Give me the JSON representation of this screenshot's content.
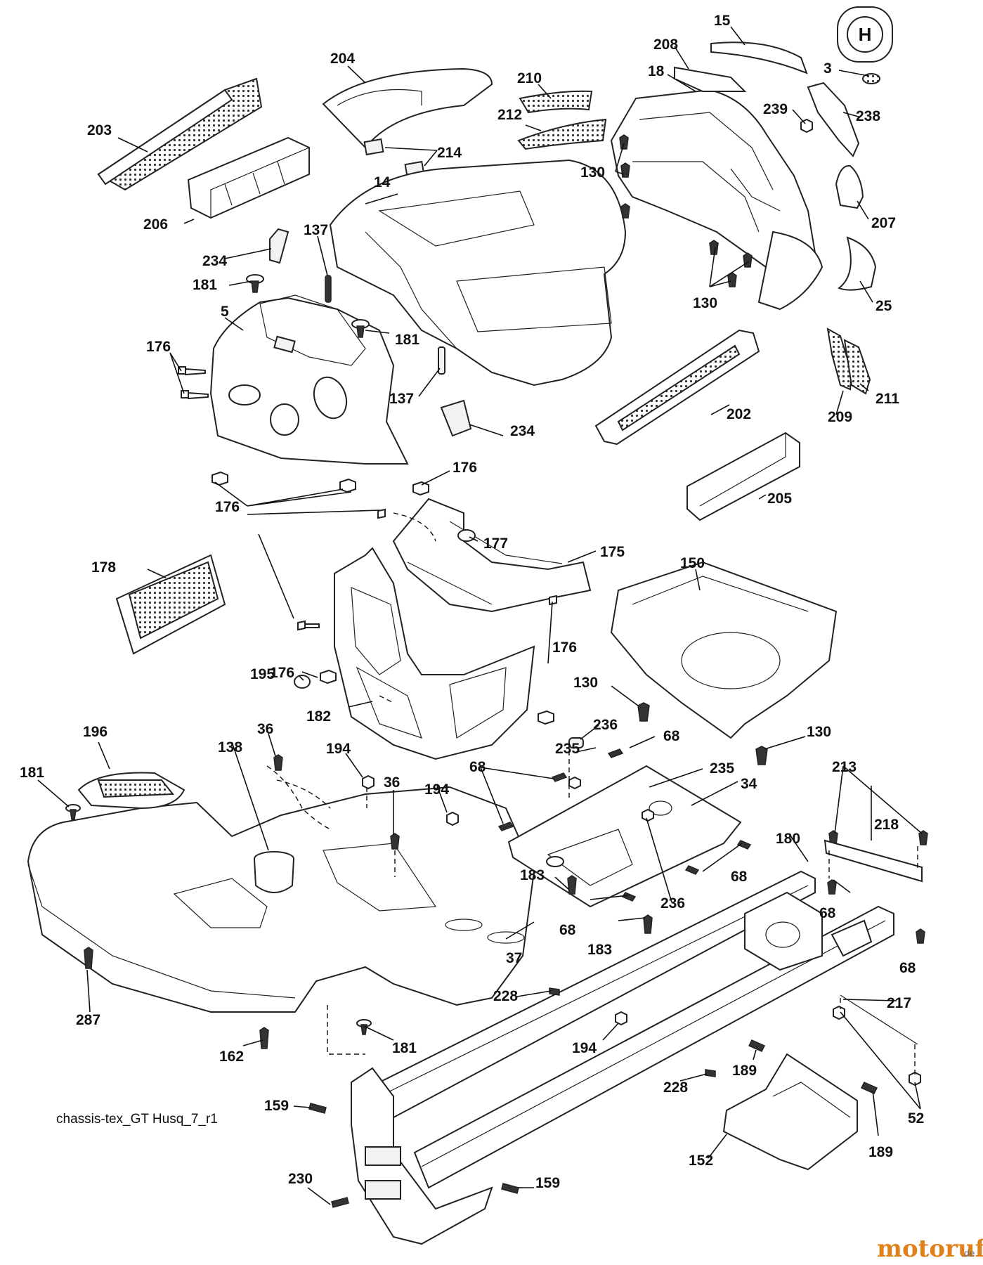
{
  "caption": "chassis-tex_GT Husq_7_r1",
  "watermark": {
    "brand": "motoruf",
    "suffix": ".de"
  },
  "logo": {
    "letter": "H"
  },
  "callouts": [
    {
      "id": "c-15",
      "text": "15"
    },
    {
      "id": "c-208",
      "text": "208"
    },
    {
      "id": "c-3",
      "text": "3"
    },
    {
      "id": "c-204",
      "text": "204"
    },
    {
      "id": "c-210",
      "text": "210"
    },
    {
      "id": "c-18",
      "text": "18"
    },
    {
      "id": "c-239",
      "text": "239"
    },
    {
      "id": "c-238",
      "text": "238"
    },
    {
      "id": "c-203",
      "text": "203"
    },
    {
      "id": "c-212",
      "text": "212"
    },
    {
      "id": "c-214",
      "text": "214"
    },
    {
      "id": "c-130a",
      "text": "130"
    },
    {
      "id": "c-14",
      "text": "14"
    },
    {
      "id": "c-207",
      "text": "207"
    },
    {
      "id": "c-206",
      "text": "206"
    },
    {
      "id": "c-137a",
      "text": "137"
    },
    {
      "id": "c-234a",
      "text": "234"
    },
    {
      "id": "c-181a",
      "text": "181"
    },
    {
      "id": "c-130b",
      "text": "130"
    },
    {
      "id": "c-25",
      "text": "25"
    },
    {
      "id": "c-5",
      "text": "5"
    },
    {
      "id": "c-181b",
      "text": "181"
    },
    {
      "id": "c-176a",
      "text": "176"
    },
    {
      "id": "c-137b",
      "text": "137"
    },
    {
      "id": "c-211",
      "text": "211"
    },
    {
      "id": "c-202",
      "text": "202"
    },
    {
      "id": "c-209",
      "text": "209"
    },
    {
      "id": "c-234b",
      "text": "234"
    },
    {
      "id": "c-176b",
      "text": "176"
    },
    {
      "id": "c-205",
      "text": "205"
    },
    {
      "id": "c-176c",
      "text": "176"
    },
    {
      "id": "c-177",
      "text": "177"
    },
    {
      "id": "c-175",
      "text": "175"
    },
    {
      "id": "c-150",
      "text": "150"
    },
    {
      "id": "c-178",
      "text": "178"
    },
    {
      "id": "c-195",
      "text": "195"
    },
    {
      "id": "c-176d",
      "text": "176"
    },
    {
      "id": "c-176e",
      "text": "176"
    },
    {
      "id": "c-130c",
      "text": "130"
    },
    {
      "id": "c-182",
      "text": "182"
    },
    {
      "id": "c-236a",
      "text": "236"
    },
    {
      "id": "c-68a",
      "text": "68"
    },
    {
      "id": "c-130d",
      "text": "130"
    },
    {
      "id": "c-196",
      "text": "196"
    },
    {
      "id": "c-138",
      "text": "138"
    },
    {
      "id": "c-36a",
      "text": "36"
    },
    {
      "id": "c-194a",
      "text": "194"
    },
    {
      "id": "c-235a",
      "text": "235"
    },
    {
      "id": "c-181c",
      "text": "181"
    },
    {
      "id": "c-36b",
      "text": "36"
    },
    {
      "id": "c-68b",
      "text": "68"
    },
    {
      "id": "c-235b",
      "text": "235"
    },
    {
      "id": "c-213",
      "text": "213"
    },
    {
      "id": "c-194b",
      "text": "194"
    },
    {
      "id": "c-34",
      "text": "34"
    },
    {
      "id": "c-218",
      "text": "218"
    },
    {
      "id": "c-180",
      "text": "180"
    },
    {
      "id": "c-68c",
      "text": "68"
    },
    {
      "id": "c-183a",
      "text": "183"
    },
    {
      "id": "c-236b",
      "text": "236"
    },
    {
      "id": "c-68d",
      "text": "68"
    },
    {
      "id": "c-68e",
      "text": "68"
    },
    {
      "id": "c-183b",
      "text": "183"
    },
    {
      "id": "c-68f",
      "text": "68"
    },
    {
      "id": "c-37",
      "text": "37"
    },
    {
      "id": "c-228a",
      "text": "228"
    },
    {
      "id": "c-287",
      "text": "287"
    },
    {
      "id": "c-217",
      "text": "217"
    },
    {
      "id": "c-162",
      "text": "162"
    },
    {
      "id": "c-181d",
      "text": "181"
    },
    {
      "id": "c-194c",
      "text": "194"
    },
    {
      "id": "c-189a",
      "text": "189"
    },
    {
      "id": "c-228b",
      "text": "228"
    },
    {
      "id": "c-52",
      "text": "52"
    },
    {
      "id": "c-159a",
      "text": "159"
    },
    {
      "id": "c-189b",
      "text": "189"
    },
    {
      "id": "c-152",
      "text": "152"
    },
    {
      "id": "c-230",
      "text": "230"
    },
    {
      "id": "c-159b",
      "text": "159"
    }
  ]
}
